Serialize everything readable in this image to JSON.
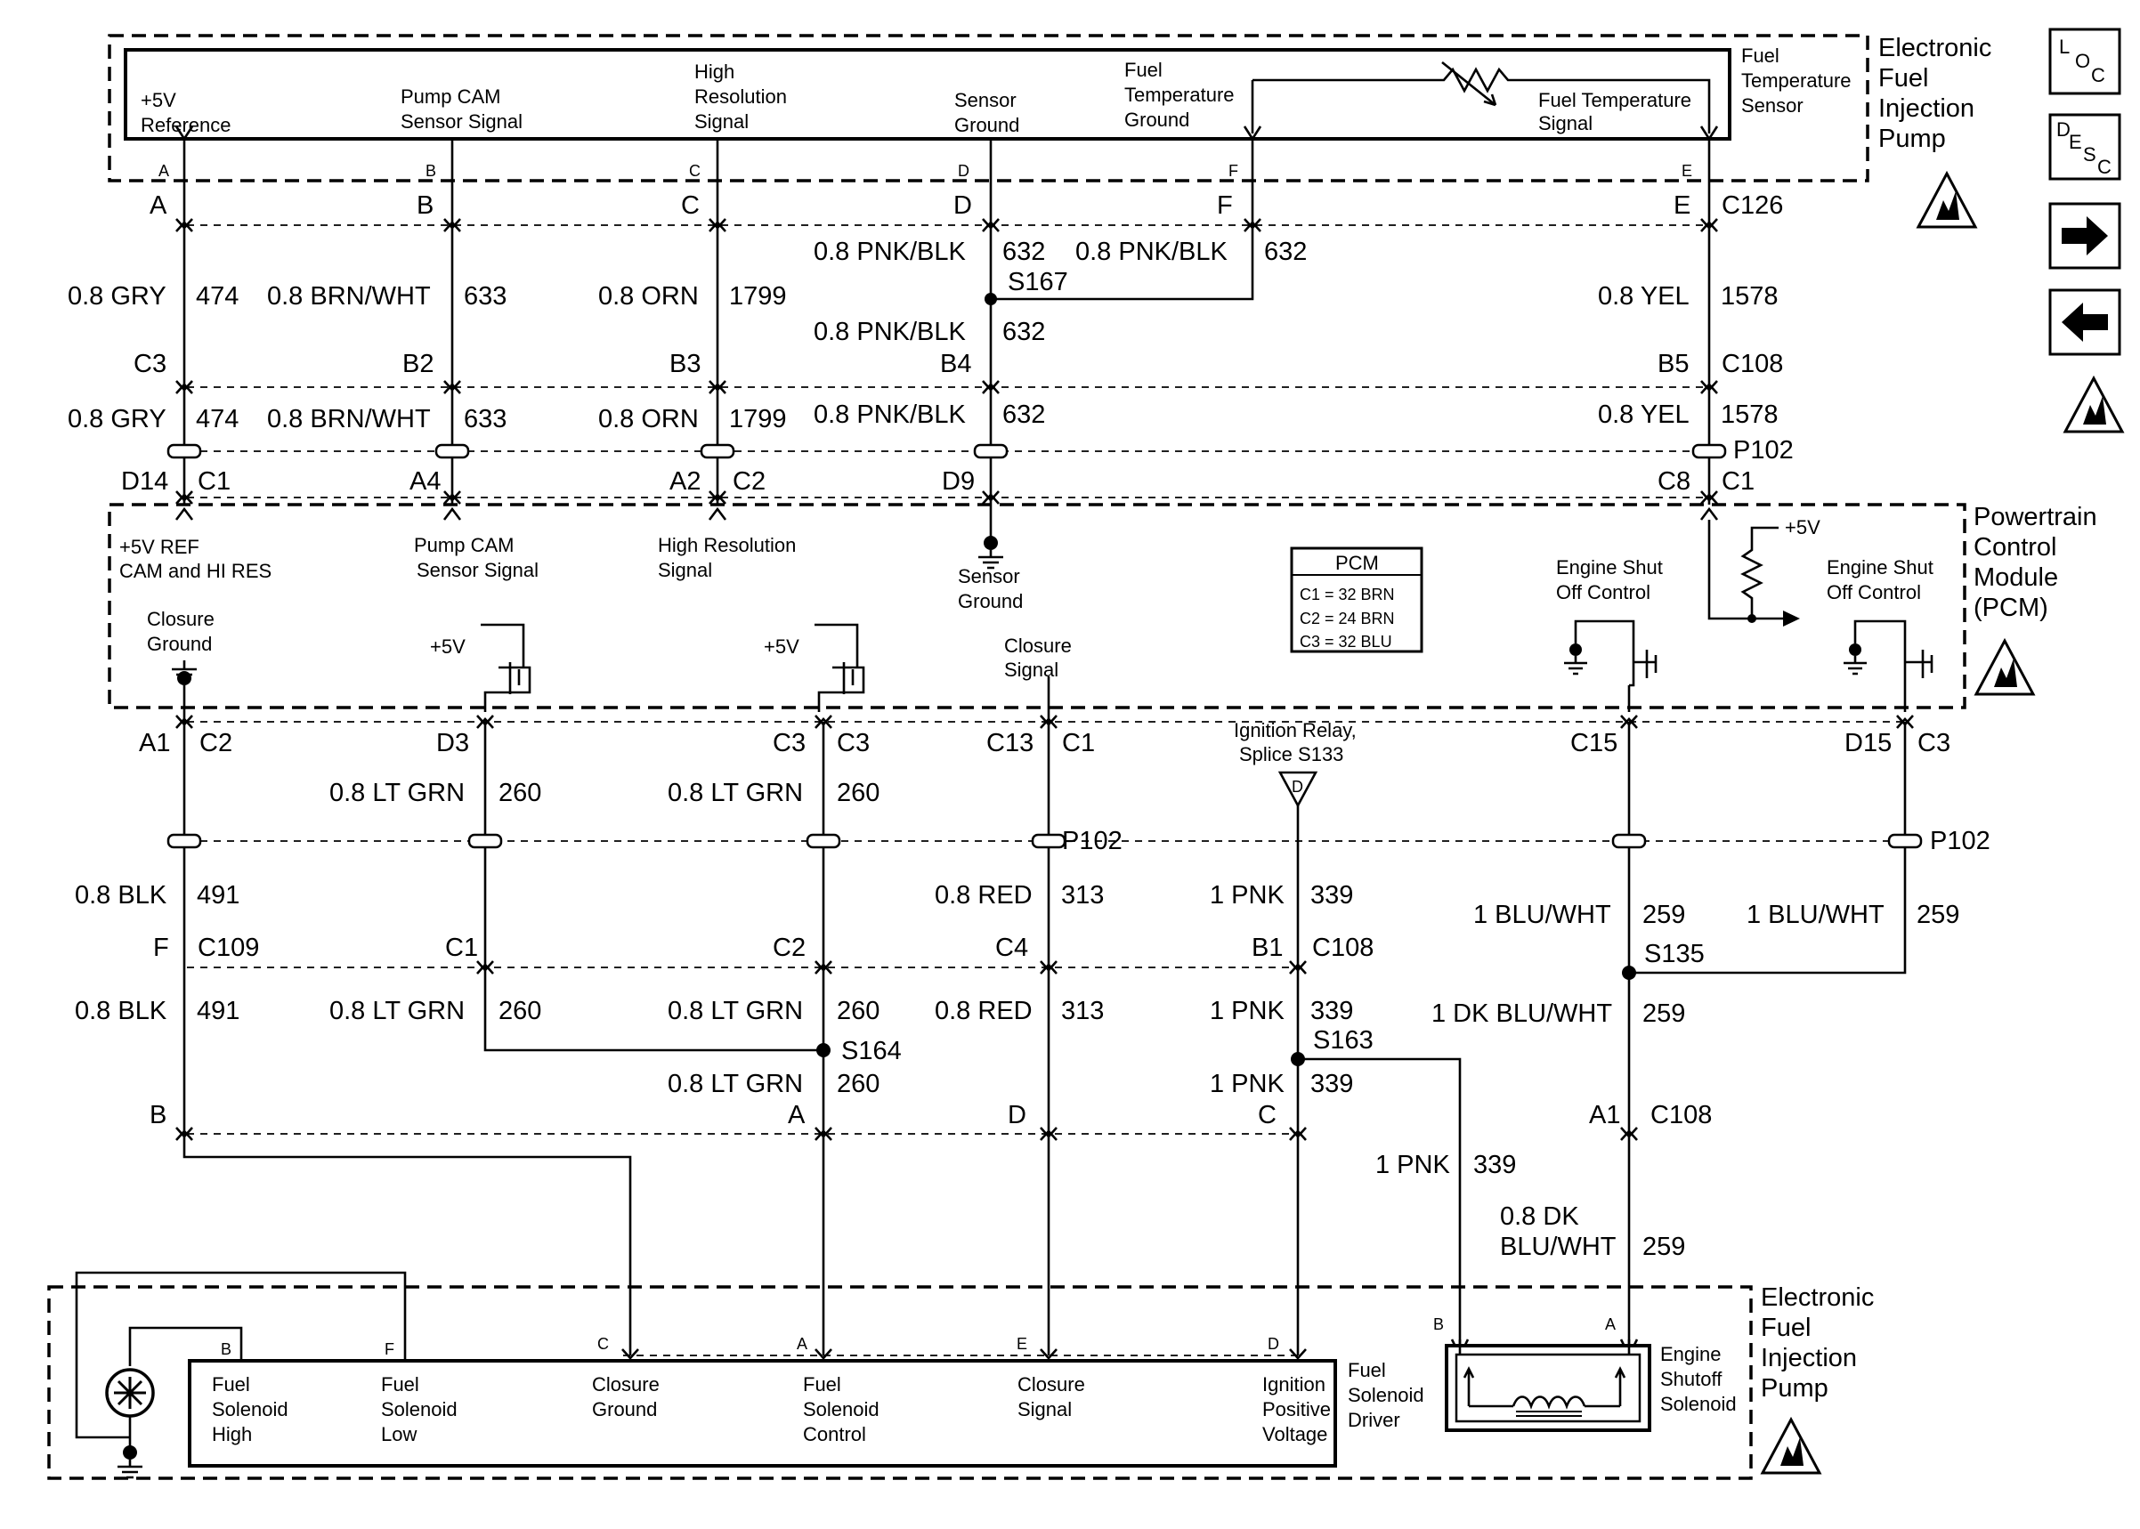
{
  "modules": {
    "injection_pump_top": [
      "Electronic",
      "Fuel",
      "Injection",
      "Pump"
    ],
    "pcm": [
      "Powertrain",
      "Control",
      "Module",
      "(PCM)"
    ],
    "injection_pump_bottom": [
      "Electronic",
      "Fuel",
      "Injection",
      "Pump"
    ],
    "fuel_temp_sensor": [
      "Fuel",
      "Temperature",
      "Sensor"
    ],
    "fuel_solenoid_driver": [
      "Fuel",
      "Solenoid",
      "Driver"
    ],
    "engine_shutoff_solenoid": [
      "Engine",
      "Shutoff",
      "Solenoid"
    ]
  },
  "side_buttons": {
    "loc": {
      "l": "L",
      "o": "O",
      "c": "C"
    },
    "desc": {
      "d": "D",
      "e": "E",
      "s": "S",
      "c": "C"
    },
    "next": "→",
    "prev": "←"
  },
  "top_pump_labels": {
    "ref": [
      "+5V",
      "Reference"
    ],
    "cam": [
      "Pump CAM",
      "Sensor Signal"
    ],
    "hires": [
      "High",
      "Resolution",
      "Signal"
    ],
    "sg": [
      "Sensor",
      "Ground"
    ],
    "ftg": [
      "Fuel",
      "Temperature",
      "Ground"
    ],
    "fts": [
      "Fuel Temperature",
      "Signal"
    ]
  },
  "top_pins": [
    "A",
    "B",
    "C",
    "D",
    "F",
    "E"
  ],
  "connectors": {
    "c126": "C126",
    "c108": "C108",
    "p102": "P102",
    "c1": "C1",
    "c2": "C2",
    "c3": "C3",
    "c109": "C109",
    "s167": "S167",
    "s135": "S135",
    "s164": "S164",
    "s163": "S163"
  },
  "c126_row": [
    "A",
    "B",
    "C",
    "D",
    "F",
    "E"
  ],
  "c108_upper_row": [
    "C3",
    "B2",
    "B3",
    "B4",
    "B5"
  ],
  "pcm_top_pins": [
    "D14",
    "A4",
    "A2",
    "D9",
    "C8"
  ],
  "wires_top": [
    {
      "color": "0.8 GRY",
      "circuit": "474"
    },
    {
      "color": "0.8 BRN/WHT",
      "circuit": "633"
    },
    {
      "color": "0.8 ORN",
      "circuit": "1799"
    },
    {
      "color": "0.8 PNK/BLK",
      "circuit": "632"
    },
    {
      "color": "0.8 PNK/BLK",
      "circuit": "632"
    },
    {
      "color": "0.8 PNK/BLK",
      "circuit": "632"
    },
    {
      "color": "0.8 YEL",
      "circuit": "1578"
    }
  ],
  "wires_mid": [
    {
      "color": "0.8 GRY",
      "circuit": "474"
    },
    {
      "color": "0.8 BRN/WHT",
      "circuit": "633"
    },
    {
      "color": "0.8 ORN",
      "circuit": "1799"
    },
    {
      "color": "0.8 PNK/BLK",
      "circuit": "632"
    },
    {
      "color": "0.8 YEL",
      "circuit": "1578"
    }
  ],
  "pcm_inputs": {
    "ref": [
      "+5V REF",
      "CAM and HI RES"
    ],
    "cam": [
      "Pump CAM",
      "Sensor Signal"
    ],
    "hires": [
      "High Resolution",
      "Signal"
    ],
    "sg": [
      "Sensor",
      "Ground"
    ],
    "closure_ground": [
      "Closure",
      "Ground"
    ],
    "closure_signal": [
      "Closure",
      "Signal"
    ],
    "shut1": [
      "Engine Shut",
      "Off Control"
    ],
    "shut2": [
      "Engine Shut",
      "Off Control"
    ],
    "v5": "+5V"
  },
  "pcm_table": {
    "title": "PCM",
    "rows": [
      "C1 = 32 BRN",
      "C2 = 24 BRN",
      "C3 = 32 BLU"
    ]
  },
  "pcm_bottom_pins": [
    "A1",
    "D3",
    "C3",
    "C13",
    "C15",
    "D15"
  ],
  "ignition_relay": [
    "Ignition Relay,",
    "Splice S133"
  ],
  "ignition_relay_pin": "D",
  "wires_lower": [
    {
      "color": "0.8 LT GRN",
      "circuit": "260"
    },
    {
      "color": "0.8 LT GRN",
      "circuit": "260"
    },
    {
      "color": "0.8 BLK",
      "circuit": "491"
    },
    {
      "color": "0.8 RED",
      "circuit": "313"
    },
    {
      "color": "1 PNK",
      "circuit": "339"
    },
    {
      "color": "1 BLU/WHT",
      "circuit": "259"
    },
    {
      "color": "1 BLU/WHT",
      "circuit": "259"
    }
  ],
  "c108_lower_row": [
    "F",
    "C1",
    "C2",
    "C4",
    "B1"
  ],
  "wires_bottom": [
    {
      "color": "0.8 BLK",
      "circuit": "491"
    },
    {
      "color": "0.8 LT GRN",
      "circuit": "260"
    },
    {
      "color": "0.8 LT GRN",
      "circuit": "260"
    },
    {
      "color": "0.8 RED",
      "circuit": "313"
    },
    {
      "color": "1 PNK",
      "circuit": "339"
    },
    {
      "color": "1 DK BLU/WHT",
      "circuit": "259"
    },
    {
      "color": "0.8 LT GRN",
      "circuit": "260"
    },
    {
      "color": "1 PNK",
      "circuit": "339"
    },
    {
      "color": "1 PNK",
      "circuit": "339"
    },
    {
      "color1": "0.8 DK",
      "color2": "BLU/WHT",
      "circuit": "259"
    }
  ],
  "bottom_pump_row": [
    "B",
    "A",
    "D",
    "C"
  ],
  "c108_a1": "A1",
  "bottom_pins": {
    "b": "B",
    "f": "F",
    "c": "C",
    "a": "A",
    "e": "E",
    "d": "D",
    "sb": "B",
    "sa": "A"
  },
  "bottom_pump_labels": {
    "fsh": [
      "Fuel",
      "Solenoid",
      "High"
    ],
    "fsl": [
      "Fuel",
      "Solenoid",
      "Low"
    ],
    "cg": [
      "Closure",
      "Ground"
    ],
    "fsc": [
      "Fuel",
      "Solenoid",
      "Control"
    ],
    "cs": [
      "Closure",
      "Signal"
    ],
    "ipv": [
      "Ignition",
      "Positive",
      "Voltage"
    ]
  }
}
